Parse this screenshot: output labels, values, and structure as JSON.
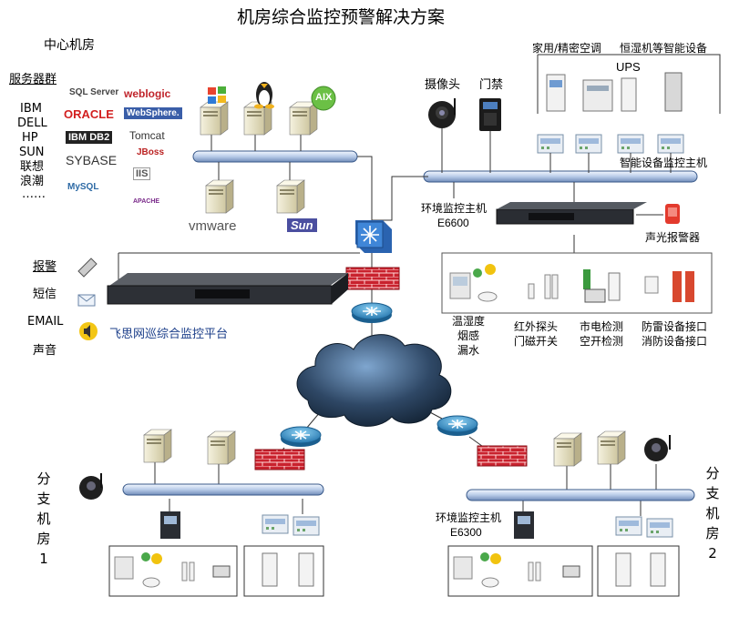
{
  "title": "机房综合监控预警解决方案",
  "center": {
    "label": "中心机房",
    "server_group": "服务器群",
    "brands": [
      "IBM",
      "DELL",
      "HP",
      "SUN",
      "联想",
      "浪潮",
      "……"
    ],
    "software_logos": [
      "SQL Server",
      "ORACLE",
      "IBM DB2",
      "SYBASE",
      "MySQL",
      "weblogic",
      "WebSphere.",
      "Tomcat",
      "JBoss",
      "IIS",
      "APACHE"
    ],
    "os_logos": [
      "AIX",
      "vmware",
      "Sun"
    ],
    "alarm_methods": [
      "报警",
      "短信",
      "EMAIL",
      "声音"
    ],
    "platform": "飞思网巡综合监控平台"
  },
  "env_host": {
    "camera": "摄像头",
    "access": "门禁",
    "aircon": "家用/精密空调",
    "humidity": "恒湿机等智能设备",
    "ups": "UPS",
    "smart_host": "智能设备监控主机",
    "host_name": "环境监控主机",
    "host_model": "E6600",
    "siren": "声光报警器",
    "sensors": [
      "温湿度",
      "烟感",
      "漏水",
      "红外探头",
      "门磁开关",
      "市电检测",
      "空开检测",
      "防雷设备接口",
      "消防设备接口"
    ]
  },
  "branch1": {
    "label": [
      "分",
      "支",
      "机",
      "房",
      "1"
    ]
  },
  "branch2": {
    "label": [
      "分",
      "支",
      "机",
      "房",
      "2"
    ],
    "host_name": "环境监控主机",
    "host_model": "E6300"
  },
  "colors": {
    "bus": "#c7d7ee",
    "firewall": "#c7202c",
    "router": "#2f8fc8",
    "switch": "#2a63b0",
    "cloud": "#2b3f5c",
    "server": "#e8e3c8"
  }
}
